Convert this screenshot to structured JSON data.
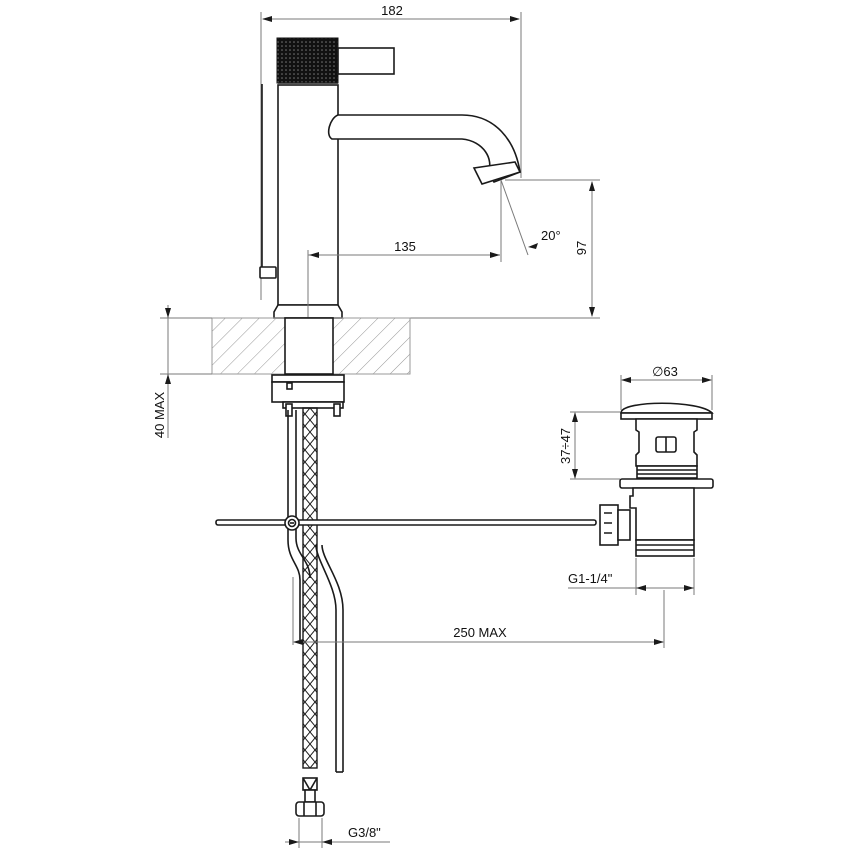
{
  "drawing": {
    "title": "Basin mixer with pop-up waste - technical drawing",
    "colors": {
      "line": "#1a1a1a",
      "dimension": "#7a7a7a",
      "background": "#ffffff"
    }
  },
  "dimensions": {
    "overall_width": "182",
    "spout_reach": "135",
    "spout_height": "97",
    "outlet_angle": "20°",
    "deck_thickness": "40 MAX",
    "waste_diameter": "∅63",
    "waste_height": "37÷47",
    "waste_thread": "G1-1/4\"",
    "rod_length": "250 MAX",
    "inlet_thread": "G3/8\""
  },
  "components": [
    {
      "name": "knurled-lever-handle"
    },
    {
      "name": "mixer-body"
    },
    {
      "name": "spout"
    },
    {
      "name": "pop-up-lift-rod"
    },
    {
      "name": "countertop-section"
    },
    {
      "name": "fixing-nut"
    },
    {
      "name": "flexible-hose"
    },
    {
      "name": "pop-up-linkage-rod"
    },
    {
      "name": "pop-up-waste"
    }
  ]
}
